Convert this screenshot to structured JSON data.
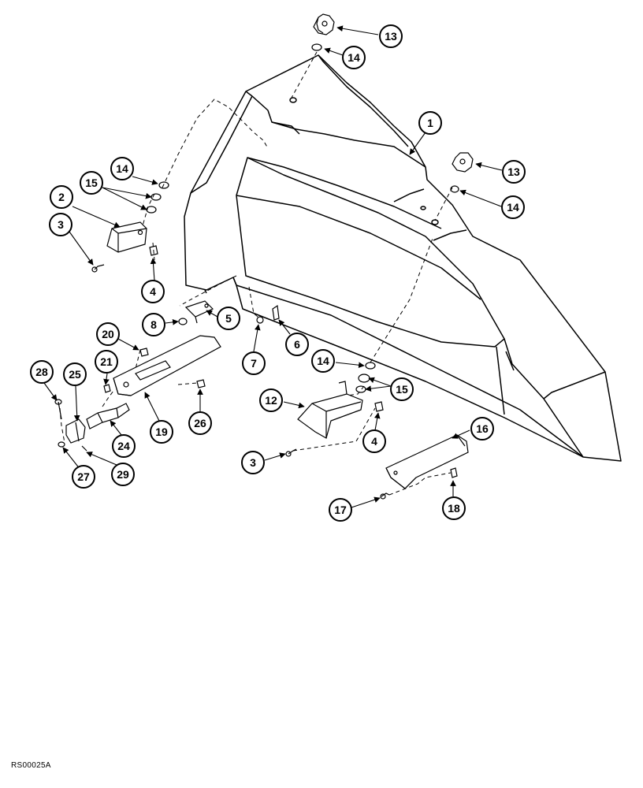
{
  "figure_ref": "RS00025A",
  "callouts": {
    "c1": "1",
    "c2": "2",
    "c3a": "3",
    "c3b": "3",
    "c4a": "4",
    "c4b": "4",
    "c5": "5",
    "c6": "6",
    "c7": "7",
    "c8": "8",
    "c12": "12",
    "c13a": "13",
    "c13b": "13",
    "c14a": "14",
    "c14b": "14",
    "c14c": "14",
    "c14d": "14",
    "c15a": "15",
    "c15b": "15",
    "c16": "16",
    "c17": "17",
    "c18": "18",
    "c19": "19",
    "c20": "20",
    "c21": "21",
    "c24": "24",
    "c25": "25",
    "c26": "26",
    "c27": "27",
    "c28": "28",
    "c29": "29"
  }
}
